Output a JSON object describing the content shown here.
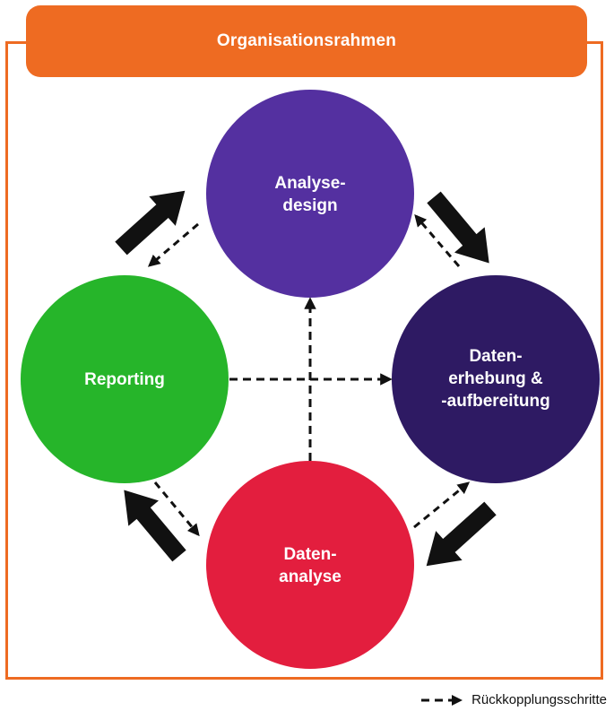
{
  "header": {
    "title": "Organisationsrahmen"
  },
  "nodes": {
    "analysedesign": {
      "label": "Analyse-\ndesign",
      "color": "#5430a0"
    },
    "datenerhebung": {
      "label": "Daten-\nerhebung &\n-aufbereitung",
      "color": "#2e1a63"
    },
    "datenanalyse": {
      "label": "Daten-\nanalyse",
      "color": "#e31e3e"
    },
    "reporting": {
      "label": "Reporting",
      "color": "#26b52a"
    }
  },
  "legend": {
    "label": "Rückkopplungsschritte",
    "line_style": "dashed"
  },
  "colors": {
    "frame": "#ee6b22",
    "arrow": "#111111"
  }
}
